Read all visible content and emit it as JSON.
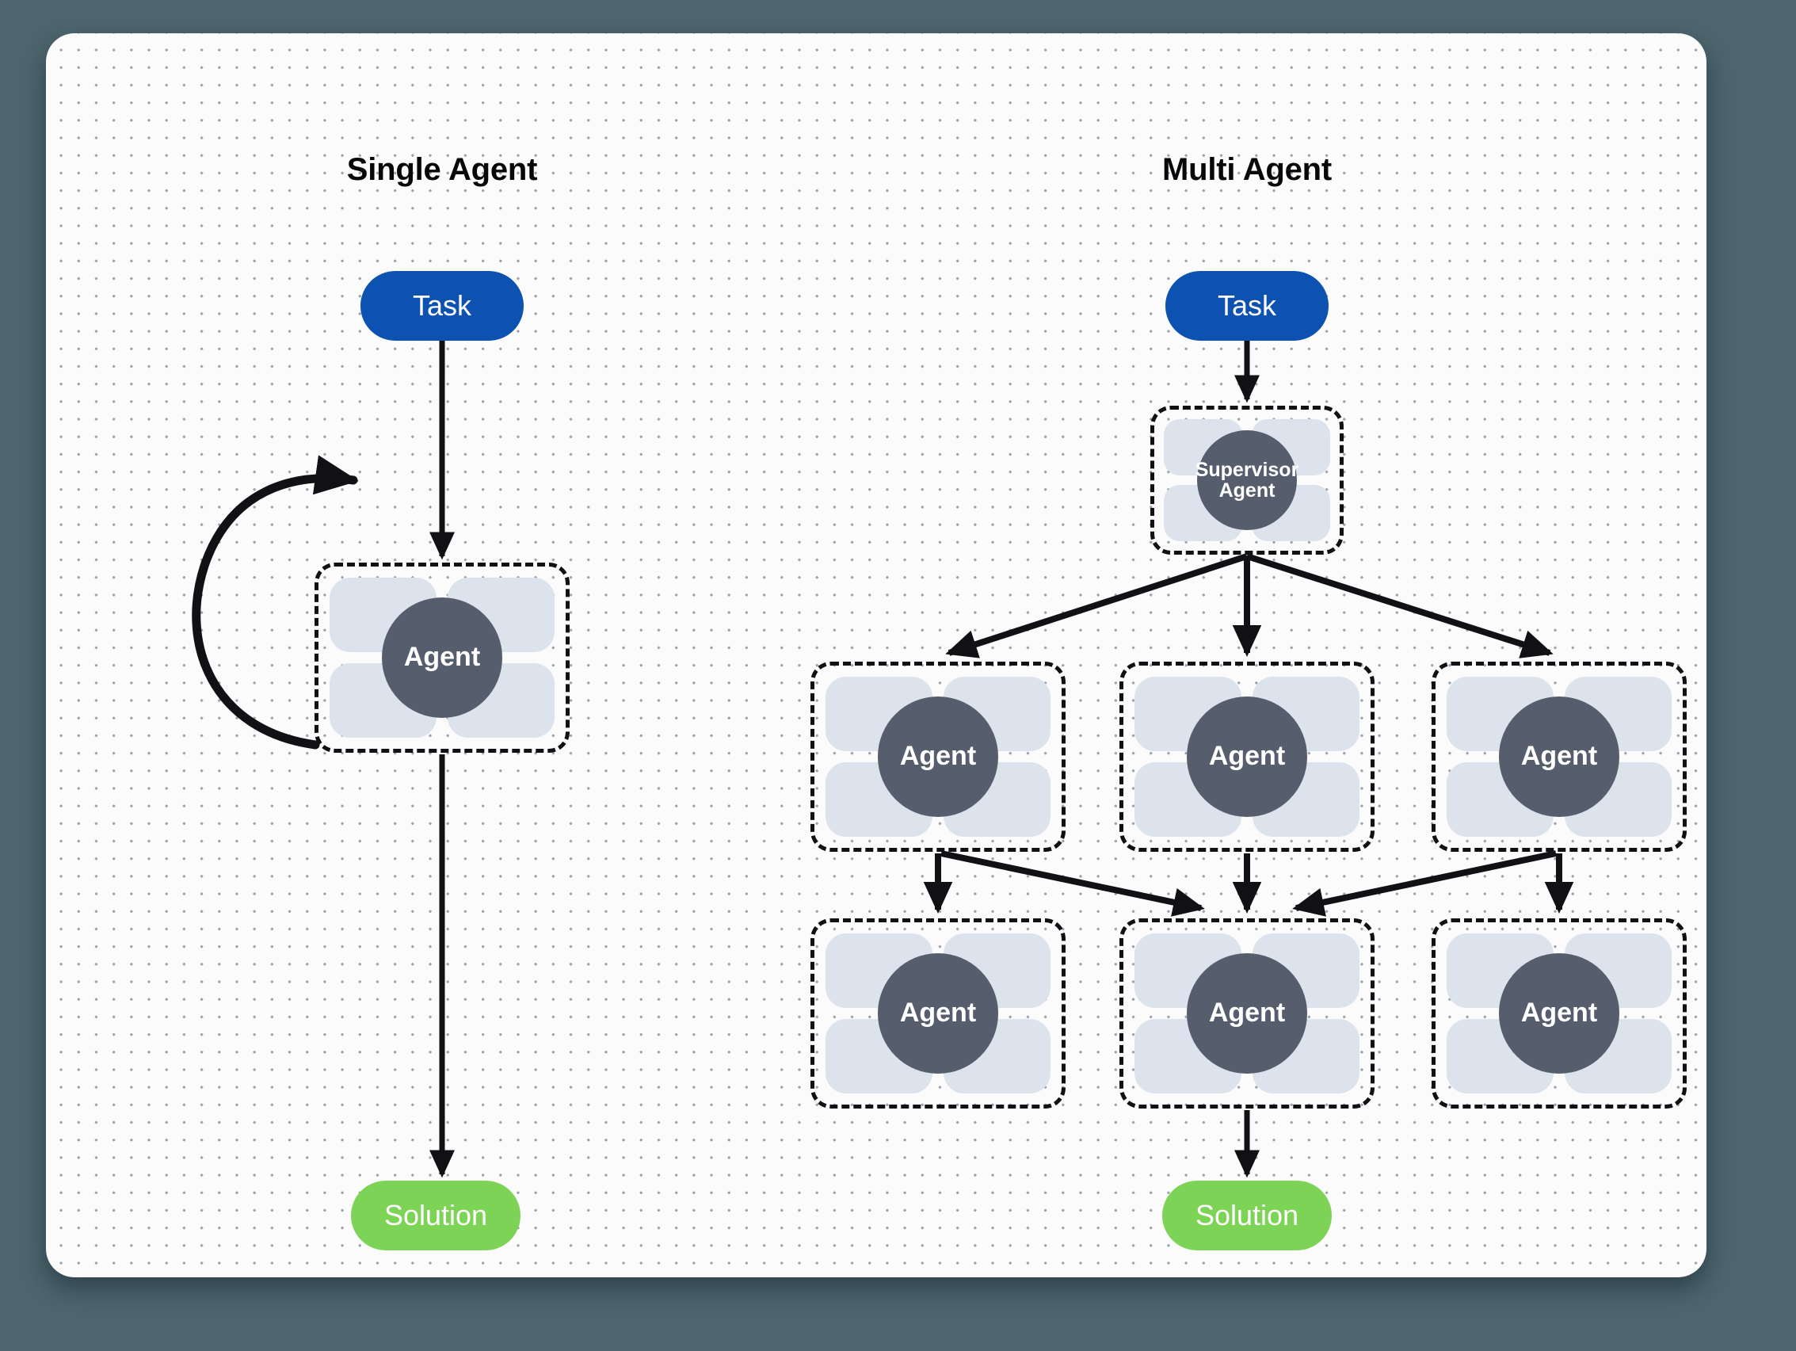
{
  "canvas": {
    "background_color": "#4d656d",
    "card_background_color": "#fbfbfb",
    "dot_color": "#9aa2ab"
  },
  "colors": {
    "task_blue": "#0d52b0",
    "solution_green": "#7dd356",
    "agent_circle_gray": "#565d6d",
    "agent_tile_blue_gray": "#dce3ec",
    "edge_black": "#111115",
    "title_black": "#08080a"
  },
  "columns": {
    "single": {
      "title": "Single Agent",
      "task_label": "Task",
      "agent_label": "Agent",
      "solution_label": "Solution"
    },
    "multi": {
      "title": "Multi Agent",
      "task_label": "Task",
      "supervisor_label": "Supervisor\nAgent",
      "agent_label": "Agent",
      "solution_label": "Solution",
      "row1_agents": [
        "Agent",
        "Agent",
        "Agent"
      ],
      "row2_agents": [
        "Agent",
        "Agent",
        "Agent"
      ]
    }
  },
  "edges": {
    "single": [
      {
        "from": "task",
        "to": "agent",
        "style": "straight-arrow"
      },
      {
        "from": "agent",
        "to": "agent",
        "style": "curved-loop-arrow"
      },
      {
        "from": "agent",
        "to": "solution",
        "style": "straight-arrow"
      }
    ],
    "multi": [
      {
        "from": "task",
        "to": "supervisor",
        "style": "straight-arrow"
      },
      {
        "from": "supervisor",
        "to": "row1-left",
        "style": "diagonal-arrow"
      },
      {
        "from": "supervisor",
        "to": "row1-mid",
        "style": "straight-arrow"
      },
      {
        "from": "supervisor",
        "to": "row1-right",
        "style": "diagonal-arrow"
      },
      {
        "from": "row1-left",
        "to": "row2-left",
        "style": "straight-arrow"
      },
      {
        "from": "row1-left",
        "to": "row2-mid",
        "style": "diagonal-arrow"
      },
      {
        "from": "row1-mid",
        "to": "row2-mid",
        "style": "straight-arrow"
      },
      {
        "from": "row1-right",
        "to": "row2-mid",
        "style": "diagonal-arrow"
      },
      {
        "from": "row1-right",
        "to": "row2-right",
        "style": "straight-arrow"
      },
      {
        "from": "row2-mid",
        "to": "solution",
        "style": "straight-arrow"
      }
    ]
  }
}
